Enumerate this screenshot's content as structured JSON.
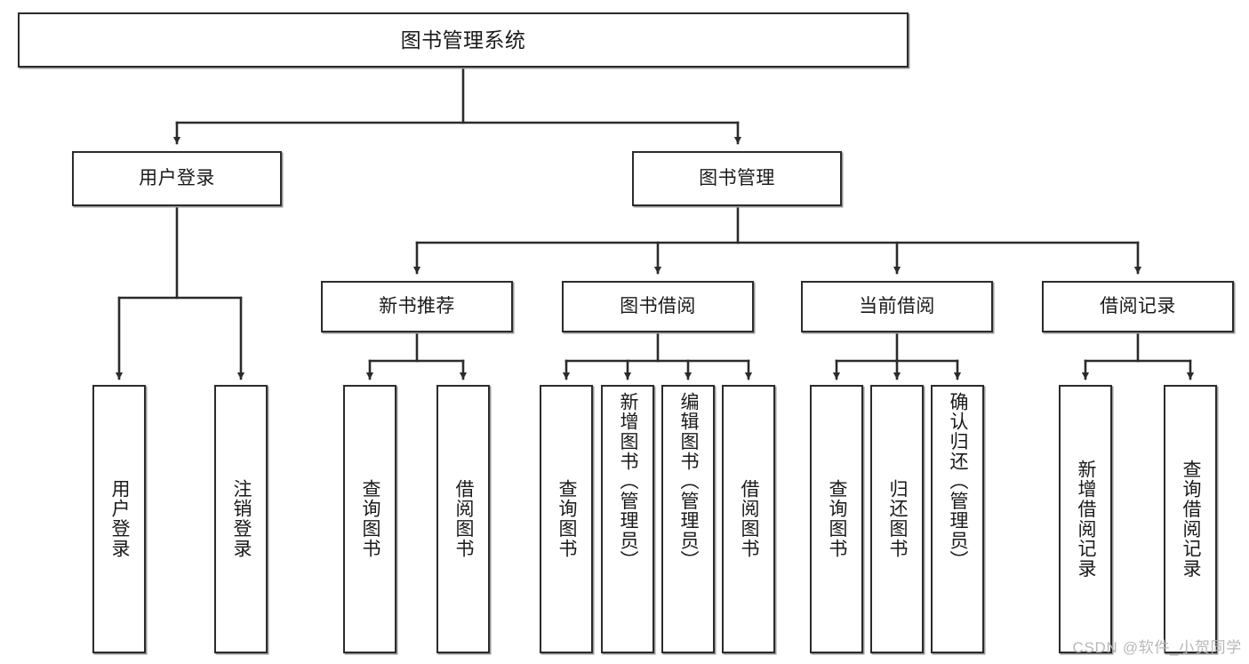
{
  "diagram": {
    "title": "图书管理系统",
    "type": "tree-hierarchy-chart",
    "watermark": "CSDN @软件_小贺同学",
    "colors": {
      "node_border": "#2b2b2b",
      "node_fill": "#ffffff",
      "edge": "#2b2b2b",
      "text": "#1a1a1a",
      "shadow": "#9a9a9a",
      "watermark": "#b8b8b8"
    },
    "nodes": {
      "root": {
        "label": "图书管理系统"
      },
      "level1": [
        {
          "id": "user-login",
          "label": "用户登录"
        },
        {
          "id": "book-management",
          "label": "图书管理"
        }
      ],
      "level2": [
        {
          "id": "new-book-recommend",
          "label": "新书推荐"
        },
        {
          "id": "book-borrow",
          "label": "图书借阅"
        },
        {
          "id": "current-borrow",
          "label": "当前借阅"
        },
        {
          "id": "borrow-record",
          "label": "借阅记录"
        }
      ],
      "leaves": {
        "user_login": [
          {
            "id": "leaf-user-login",
            "label": "用户登录"
          },
          {
            "id": "leaf-logout-login",
            "label": "注销登录"
          }
        ],
        "new_book_recommend": [
          {
            "id": "leaf-query-book-1",
            "label": "查询图书"
          },
          {
            "id": "leaf-borrow-book-1",
            "label": "借阅图书"
          }
        ],
        "book_borrow": [
          {
            "id": "leaf-query-book-2",
            "label": "查询图书"
          },
          {
            "id": "leaf-add-book",
            "label": "新增图书（管理员）"
          },
          {
            "id": "leaf-edit-book",
            "label": "编辑图书（管理员）"
          },
          {
            "id": "leaf-borrow-book-2",
            "label": "借阅图书"
          }
        ],
        "current_borrow": [
          {
            "id": "leaf-query-book-3",
            "label": "查询图书"
          },
          {
            "id": "leaf-return-book",
            "label": "归还图书"
          },
          {
            "id": "leaf-confirm-return",
            "label": "确认归还（管理员）"
          }
        ],
        "borrow_record": [
          {
            "id": "leaf-add-record",
            "label": "新增借阅记录"
          },
          {
            "id": "leaf-query-record",
            "label": "查询借阅记录"
          }
        ]
      }
    }
  }
}
